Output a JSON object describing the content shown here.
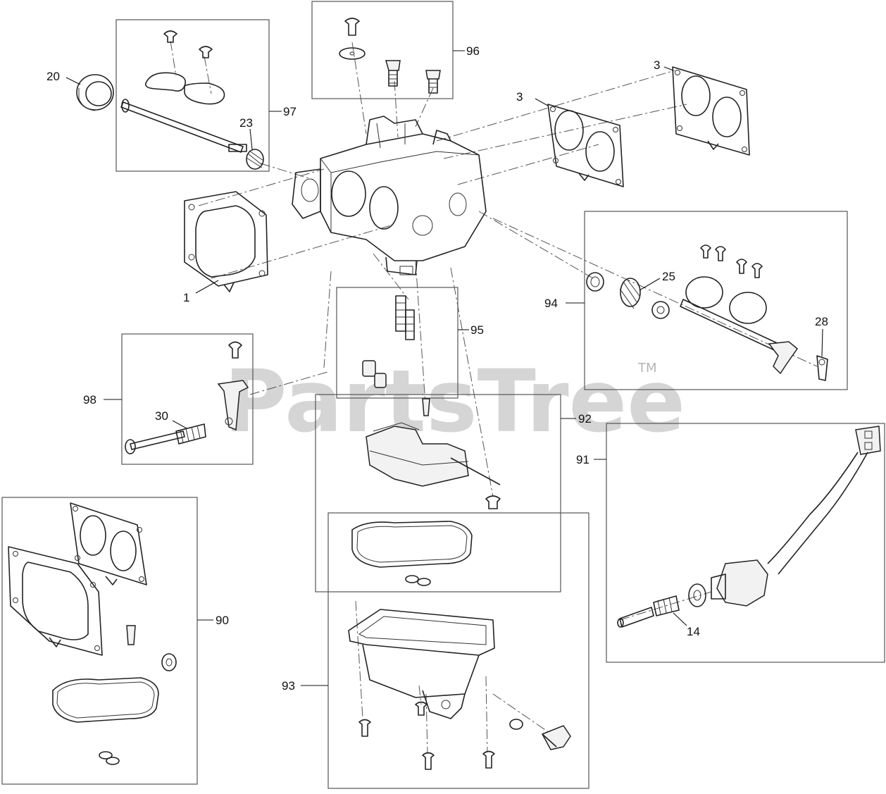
{
  "watermark": {
    "text": "PartsTree",
    "tm": "TM"
  },
  "callouts": {
    "c1": "1",
    "c3a": "3",
    "c3b": "3",
    "c14": "14",
    "c20": "20",
    "c23": "23",
    "c25": "25",
    "c28": "28",
    "c30": "30",
    "c90": "90",
    "c91": "91",
    "c92": "92",
    "c93": "93",
    "c94": "94",
    "c95": "95",
    "c96": "96",
    "c97": "97",
    "c98": "98"
  }
}
